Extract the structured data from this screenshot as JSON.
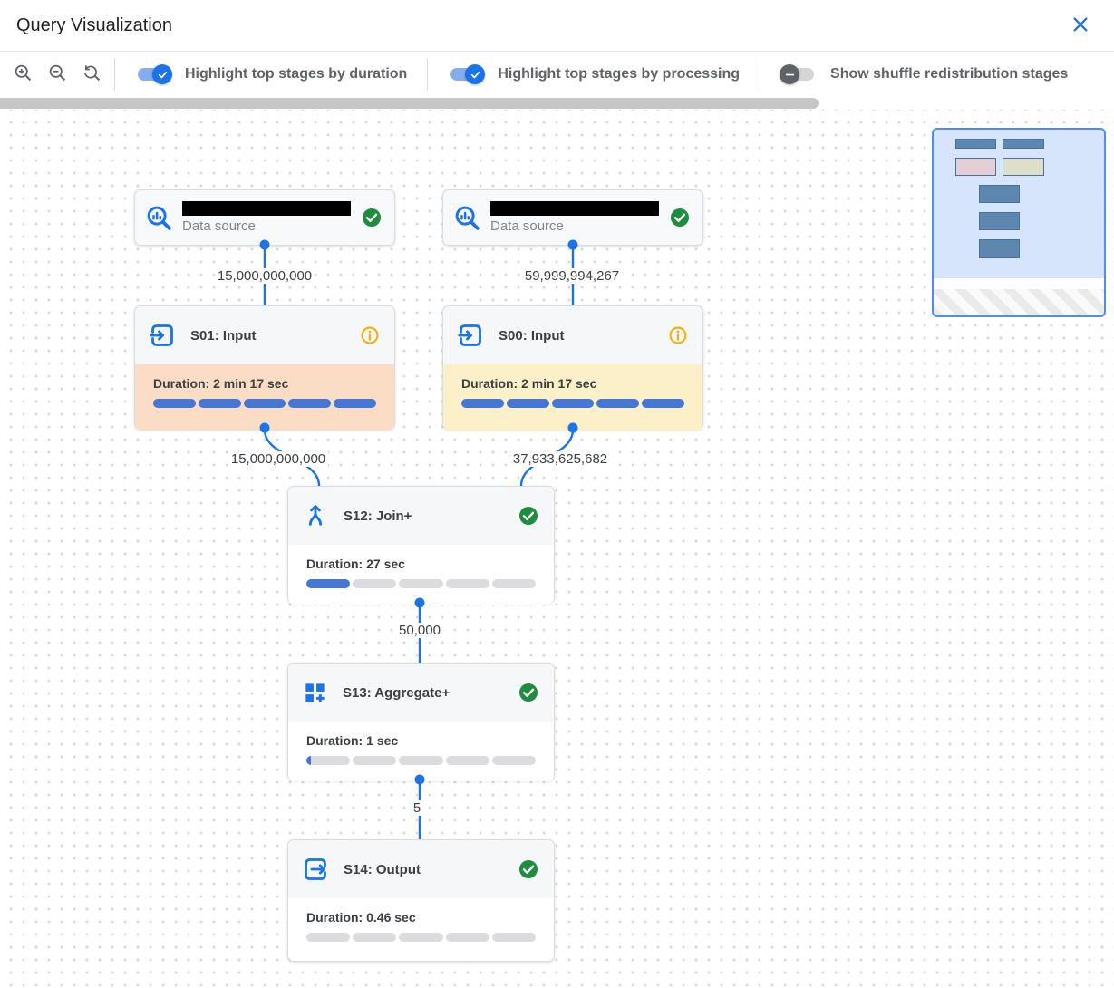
{
  "header": {
    "title": "Query Visualization",
    "close_icon": "close-icon"
  },
  "toolbar": {
    "zoom_buttons": [
      "zoom-in",
      "zoom-out",
      "reset-zoom"
    ],
    "toggles": [
      {
        "label": "Highlight top stages by duration",
        "state": "on"
      },
      {
        "label": "Highlight top stages by processing",
        "state": "on"
      },
      {
        "label": "Show shuffle redistribution stages",
        "state": "off"
      }
    ]
  },
  "graph": {
    "nodes": [
      {
        "id": "ds1",
        "type": "data-source",
        "subtitle": "Data source",
        "name_redacted": true,
        "status": "success"
      },
      {
        "id": "ds2",
        "type": "data-source",
        "subtitle": "Data source",
        "name_redacted": true,
        "status": "success"
      },
      {
        "id": "s01",
        "title": "S01: Input",
        "icon": "input-icon",
        "status": "info",
        "duration_label": "Duration: 2 min 17 sec",
        "progress": 1,
        "highlight": "#fbddc5"
      },
      {
        "id": "s00",
        "title": "S00: Input",
        "icon": "input-icon",
        "status": "info",
        "duration_label": "Duration: 2 min 17 sec",
        "progress": 1,
        "highlight": "#fcf0c8"
      },
      {
        "id": "s12",
        "title": "S12: Join+",
        "icon": "join-icon",
        "status": "success",
        "duration_label": "Duration: 27 sec",
        "progress": 0.2,
        "highlight": "#ffffff"
      },
      {
        "id": "s13",
        "title": "S13: Aggregate+",
        "icon": "aggregate-icon",
        "status": "success",
        "duration_label": "Duration: 1 sec",
        "progress": 0.02,
        "highlight": "#ffffff"
      },
      {
        "id": "s14",
        "title": "S14: Output",
        "icon": "output-icon",
        "status": "success",
        "duration_label": "Duration: 0.46 sec",
        "progress": 0,
        "highlight": "#ffffff"
      }
    ],
    "edges": [
      {
        "from": "ds1",
        "to": "s01",
        "label": "15,000,000,000"
      },
      {
        "from": "ds2",
        "to": "s00",
        "label": "59,999,994,267"
      },
      {
        "from": "s01",
        "to": "s12",
        "label": "15,000,000,000"
      },
      {
        "from": "s00",
        "to": "s12",
        "label": "37,933,625,682"
      },
      {
        "from": "s12",
        "to": "s13",
        "label": "50,000"
      },
      {
        "from": "s13",
        "to": "s14",
        "label": "5"
      }
    ]
  },
  "colors": {
    "accent_blue": "#1a73e8",
    "progress_fill": "#4677d7",
    "progress_track": "#dcdcde",
    "success_green": "#1e8e3e",
    "info_orange": "#f9ab00",
    "duration_highlight_peach": "#fbddc5",
    "processing_highlight_yellow": "#fcf0c8"
  }
}
